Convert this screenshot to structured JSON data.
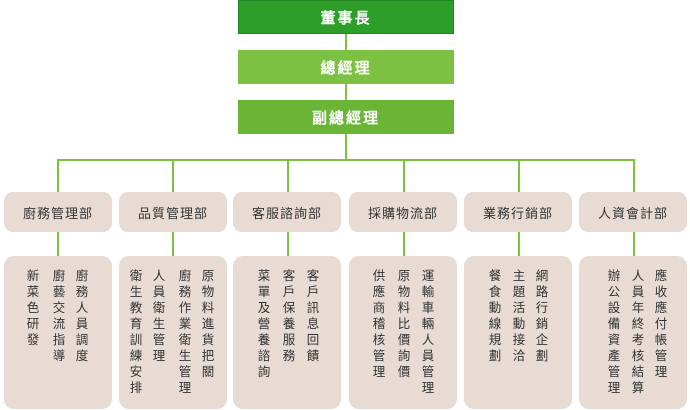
{
  "chart": {
    "chairman": "董事長",
    "general_manager": "總經理",
    "vice_general_manager": "副總經理",
    "departments": [
      {
        "name": "廚務管理部",
        "duties": [
          "廚務人員調度",
          "廚藝交流指導",
          "新菜色研發"
        ]
      },
      {
        "name": "品質管理部",
        "duties": [
          "原物料進貨把關",
          "廚務作業衛生管理",
          "人員衛生管理",
          "衛生教育訓練安排"
        ]
      },
      {
        "name": "客服諮詢部",
        "duties": [
          "客戶訊息回饋",
          "客戶保養服務",
          "菜單及營養諮詢"
        ]
      },
      {
        "name": "採購物流部",
        "duties": [
          "運輸車輛人員管理",
          "原物料比價詢價",
          "供應商稽核管理"
        ]
      },
      {
        "name": "業務行銷部",
        "duties": [
          "網路行銷企劃",
          "主題活動接洽",
          "餐食動線規劃"
        ]
      },
      {
        "name": "人資會計部",
        "duties": [
          "應收應付帳管理",
          "人員年終考核結算",
          "辦公設備資產管理"
        ]
      }
    ]
  }
}
